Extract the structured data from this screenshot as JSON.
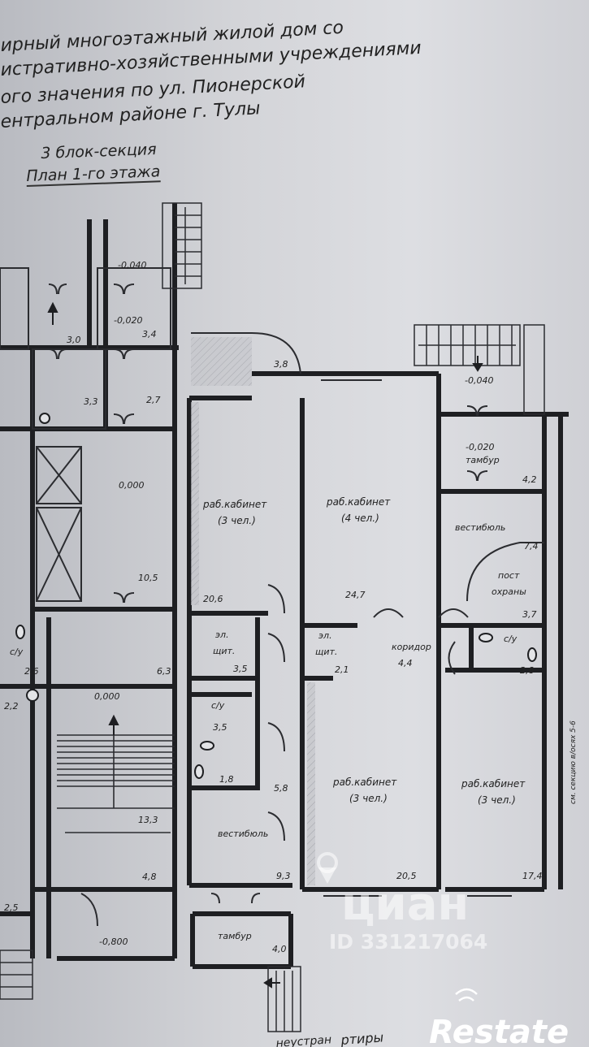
{
  "title": {
    "lines": [
      "ирный многоэтажный жилой дом со",
      "истративно-хозяйственными учреждениями",
      "ого значения по ул. Пионерской",
      "ентральном районе г. Тулы",
      "3 блок-секция",
      "План 1-го этажа"
    ]
  },
  "rooms": [
    {
      "name": "раб.кабинет",
      "occupancy": "(3 чел.)",
      "area": "20,6"
    },
    {
      "name": "раб.кабинет",
      "occupancy": "(4 чел.)",
      "area": "24,7"
    },
    {
      "name": "раб.кабинет",
      "occupancy": "(3 чел.)",
      "area": "20,5"
    },
    {
      "name": "раб.кабинет",
      "occupancy": "(3 чел.)",
      "area": "17,4"
    },
    {
      "name": "тамбур",
      "area": "4,2"
    },
    {
      "name": "вестибюль",
      "area": "7,4"
    },
    {
      "name": "пост охраны",
      "area": "3,7"
    },
    {
      "name": "коридор",
      "area": "4,4"
    },
    {
      "name": "эл. щит.",
      "area": "2,1"
    },
    {
      "name": "эл. щит.",
      "area": "3,5"
    },
    {
      "name": "с/у",
      "area": "2,8"
    },
    {
      "name": "с/у",
      "area": "3,5"
    },
    {
      "name": "с/у",
      "area": "2,6"
    },
    {
      "name": "вестибюль",
      "area": "9,3"
    },
    {
      "name": "тамбур",
      "area": "4,0"
    }
  ],
  "extra_areas": [
    "3,8",
    "3,0",
    "3,4",
    "3,3",
    "2,7",
    "10,5",
    "6,3",
    "1,8",
    "5,8",
    "13,3",
    "4,8",
    "2,2",
    "2,5",
    "-0,800"
  ],
  "levels": [
    "-0,040",
    "-0,020",
    "-0,040",
    "-0,020",
    "0,000",
    "0,000"
  ],
  "side_note": "см. секцию в/осях 5-6",
  "bottom_text": "неустран",
  "bottom_text_2": "ртиры",
  "watermark": {
    "brand": "циан",
    "id": "ID 331217064"
  },
  "logo": {
    "text": "Restate"
  }
}
